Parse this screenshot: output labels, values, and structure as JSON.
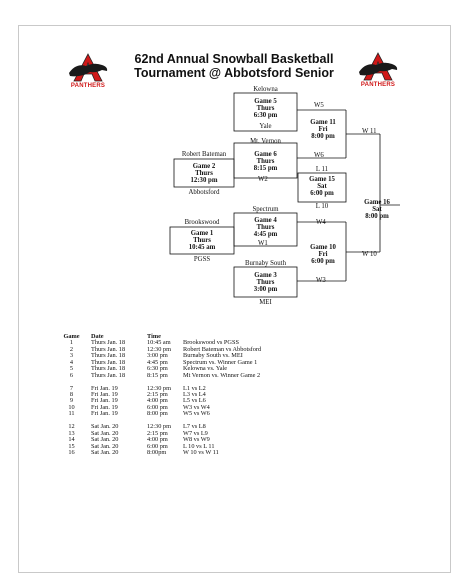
{
  "title": {
    "line1": "62nd Annual Snowball Basketball",
    "line2": "Tournament @ Abbotsford Senior"
  },
  "logo": {
    "text": "PANTHERS",
    "accent": "#d01818"
  },
  "bracket": {
    "game5": {
      "top": "Kelowna",
      "l1": "Game 5",
      "l2": "Thurs",
      "l3": "6:30 pm",
      "bottom": "Yale",
      "out": "W5"
    },
    "game6": {
      "top": "Mt. Vernon",
      "l1": "Game 6",
      "l2": "Thurs",
      "l3": "8:15 pm",
      "out": "W6"
    },
    "game2": {
      "top": "Robert Bateman",
      "l1": "Game 2",
      "l2": "Thurs",
      "l3": "12:30 pm",
      "bottom": "Abbotsford",
      "out": "W2"
    },
    "game4": {
      "top": "Spectrum",
      "l1": "Game 4",
      "l2": "Thurs",
      "l3": "4:45 pm",
      "out": "W4"
    },
    "game1": {
      "top": "Brookswood",
      "l1": "Game 1",
      "l2": "Thurs",
      "l3": "10:45 am",
      "bottom": "PGSS",
      "out": "W1"
    },
    "game3": {
      "top": "Burnaby South",
      "l1": "Game 3",
      "l2": "Thurs",
      "l3": "3:00 pm",
      "bottom": "MEI",
      "out": "W3"
    },
    "game11": {
      "l1": "Game 11",
      "l2": "Fri",
      "l3": "8:00 pm",
      "out": "W 11"
    },
    "game15": {
      "top": "L 11",
      "l1": "Game 15",
      "l2": "Sat",
      "l3": "6:00 pm",
      "bottom": "L 10"
    },
    "game10": {
      "l1": "Game 10",
      "l2": "Fri",
      "l3": "6:00 pm",
      "out": "W 10"
    },
    "game16": {
      "l1": "Game 16",
      "l2": "Sat",
      "l3": "8:00 pm"
    }
  },
  "schedule": {
    "headers": {
      "game": "Game",
      "date": "Date",
      "time": "Time"
    },
    "groups": [
      [
        {
          "game": "1",
          "date": "Thurs Jan. 18",
          "time": "10:45 am",
          "match": "Brookswood vs PGSS"
        },
        {
          "game": "2",
          "date": "Thurs Jan. 18",
          "time": "12:30 pm",
          "match": "Robert Bateman vs Abbotsford"
        },
        {
          "game": "3",
          "date": "Thurs Jan. 18",
          "time": "3:00 pm",
          "match": "Burnaby South vs. MEI"
        },
        {
          "game": "4",
          "date": "Thurs Jan. 18",
          "time": "4:45 pm",
          "match": "Spectrum vs. Winner Game 1"
        },
        {
          "game": "5",
          "date": "Thurs Jan. 18",
          "time": "6:30 pm",
          "match": "Kelowna vs. Yale"
        },
        {
          "game": "6",
          "date": "Thurs Jan. 18",
          "time": "8:15 pm",
          "match": "Mt Vernon vs. Winner Game 2"
        }
      ],
      [
        {
          "game": "7",
          "date": "Fri Jan. 19",
          "time": "12:30 pm",
          "match": "L1 vs L2"
        },
        {
          "game": "8",
          "date": "Fri Jan. 19",
          "time": "2:15 pm",
          "match": "L3 vs L4"
        },
        {
          "game": "9",
          "date": "Fri Jan. 19",
          "time": "4:00 pm",
          "match": "L5 vs L6"
        },
        {
          "game": "10",
          "date": "Fri Jan. 19",
          "time": "6:00 pm",
          "match": "W3 vs W4"
        },
        {
          "game": "11",
          "date": "Fri Jan. 19",
          "time": "8:00 pm",
          "match": "W5 vs W6"
        }
      ],
      [
        {
          "game": "12",
          "date": "Sat Jan. 20",
          "time": "12:30 pm",
          "match": "L7 vs L8"
        },
        {
          "game": "13",
          "date": "Sat Jan. 20",
          "time": "2:15 pm",
          "match": "W7 vs L9"
        },
        {
          "game": "14",
          "date": "Sat Jan. 20",
          "time": "4:00 pm",
          "match": "W8 vs W9"
        },
        {
          "game": "15",
          "date": "Sat Jan. 20",
          "time": "6:00 pm",
          "match": "L 10 vs L 11"
        },
        {
          "game": "16",
          "date": "Sat Jan. 20",
          "time": "8:00pm",
          "match": "W 10 vs W 11"
        }
      ]
    ]
  }
}
